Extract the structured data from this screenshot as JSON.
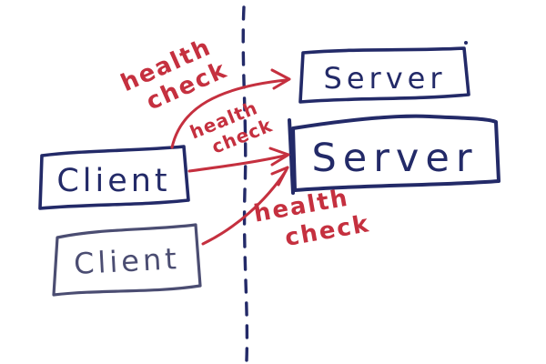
{
  "diagram": {
    "title": "clients performing health checks on servers across a network partition",
    "colors": {
      "ink_navy": "#232a68",
      "ink_slate": "#4b4d72",
      "ink_red": "#c5303f",
      "background": "#ffffff"
    },
    "boxes": {
      "client1": {
        "label": "Client"
      },
      "client2": {
        "label": "Client"
      },
      "server1": {
        "label": "Server"
      },
      "server2": {
        "label": "Server"
      }
    },
    "edges": [
      {
        "from": "client1",
        "to": "server1",
        "label": "health check"
      },
      {
        "from": "client1",
        "to": "server2",
        "label": "health check"
      },
      {
        "from": "client2",
        "to": "server2",
        "label": "health check"
      }
    ],
    "edge_labels": [
      {
        "word1": "health",
        "word2": "check"
      },
      {
        "word1": "health",
        "word2": "check"
      },
      {
        "word1": "health",
        "word2": "check"
      }
    ]
  }
}
